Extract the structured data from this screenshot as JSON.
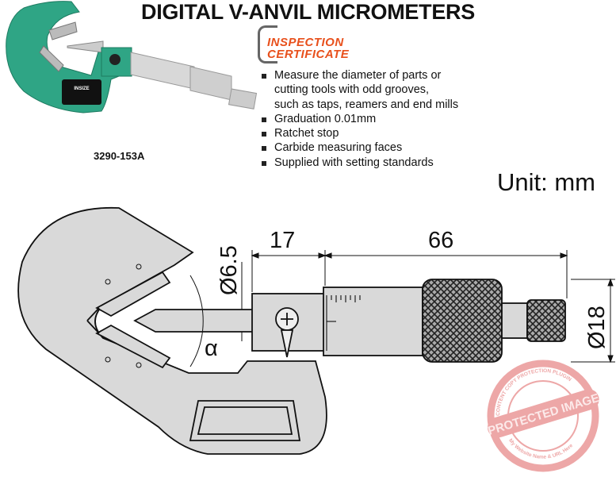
{
  "title": "DIGITAL V-ANVIL MICROMETERS",
  "badge": {
    "line1": "INSPECTION",
    "line2": "CERTIFICATE"
  },
  "features": [
    {
      "lines": [
        "Measure the diameter of parts or",
        "cutting tools with odd grooves,",
        "such as taps, reamers and end mills"
      ]
    },
    {
      "lines": [
        "Graduation 0.01mm"
      ]
    },
    {
      "lines": [
        "Ratchet stop"
      ]
    },
    {
      "lines": [
        "Carbide measuring faces"
      ]
    },
    {
      "lines": [
        "Supplied with setting standards"
      ]
    }
  ],
  "model": "3290-153A",
  "photo_brand": "INSIZE",
  "unit": "Unit: mm",
  "dimensions": {
    "spindle_dia": "Ø6.5",
    "frame_len": "17",
    "barrel_len": "66",
    "thimble_dia": "Ø18",
    "angle": "α"
  },
  "watermark": {
    "center": "PROTECTED IMAGE",
    "top": "CONTENT COPY PROTECTION PLUGIN",
    "bottom": "My Website Name & URL Here"
  },
  "colors": {
    "frame_green": "#2fa585",
    "badge_orange": "#e8501c",
    "stamp": "#e88a8a"
  }
}
